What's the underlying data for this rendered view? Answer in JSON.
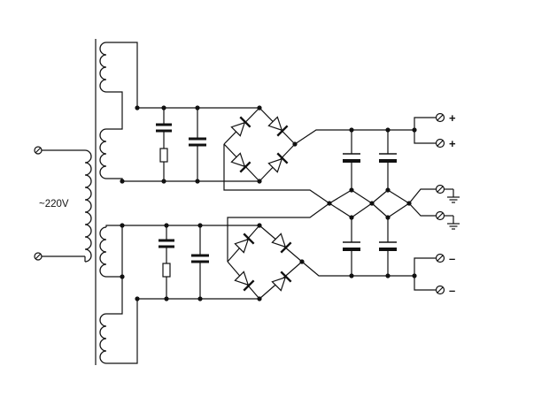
{
  "input": {
    "voltage_label": "~220V"
  },
  "outputs": [
    {
      "id": "pos-1",
      "sign": "+"
    },
    {
      "id": "pos-2",
      "sign": "+"
    },
    {
      "id": "gnd-1",
      "sign": ""
    },
    {
      "id": "gnd-2",
      "sign": ""
    },
    {
      "id": "neg-1",
      "sign": "–"
    },
    {
      "id": "neg-2",
      "sign": "–"
    }
  ],
  "colors": {
    "ink": "#111111",
    "background": "#ffffff"
  }
}
